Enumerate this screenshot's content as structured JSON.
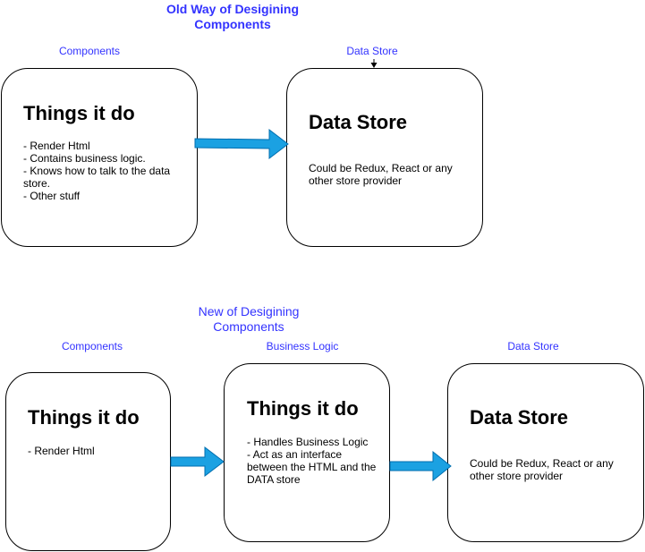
{
  "old_design": {
    "title_line1": "Old Way of Desigining",
    "title_line2": "Components",
    "components_label": "Components",
    "datastore_label": "Data Store",
    "components_box": {
      "heading": "Things it do",
      "lines": [
        "- Render Html",
        "- Contains business logic.",
        "- Knows how to talk to the data",
        "store.",
        "- Other stuff"
      ]
    },
    "datastore_box": {
      "heading": "Data Store",
      "lines": [
        "Could be Redux, React or any",
        "other store provider"
      ]
    }
  },
  "new_design": {
    "title_line1": "New of Desigining",
    "title_line2": "Components",
    "components_label": "Components",
    "business_label": "Business Logic",
    "datastore_label": "Data Store",
    "components_box": {
      "heading": "Things it do",
      "lines": [
        "- Render Html"
      ]
    },
    "business_box": {
      "heading": "Things it do",
      "lines": [
        "- Handles Business Logic",
        "- Act as an interface",
        "between the HTML and the",
        "DATA store"
      ]
    },
    "datastore_box": {
      "heading": "Data Store",
      "lines": [
        "Could be Redux, React or any",
        "other store provider"
      ]
    }
  },
  "colors": {
    "label_blue": "#3333ff",
    "arrow_fill": "#1ba1e2",
    "arrow_stroke": "#006eaf",
    "border": "#000000"
  }
}
